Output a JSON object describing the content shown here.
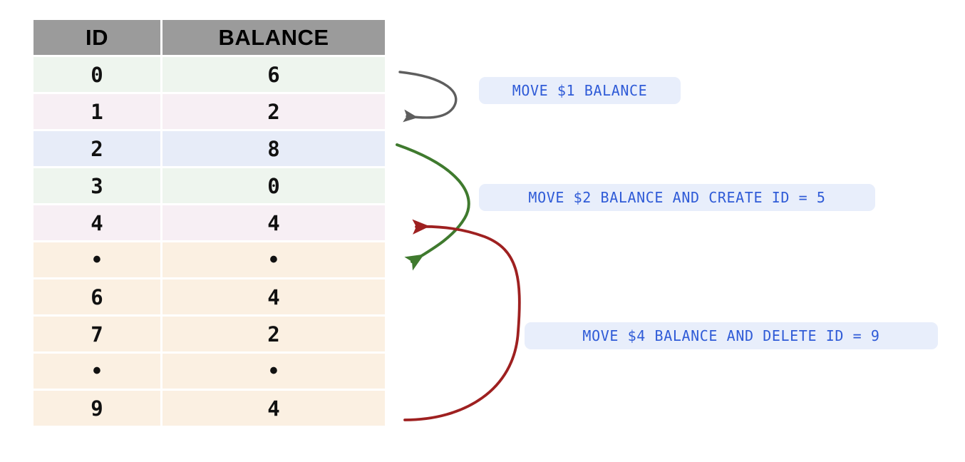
{
  "table": {
    "columns": [
      "ID",
      "BALANCE"
    ],
    "rows": [
      {
        "id": "0",
        "balance": "6",
        "tint": "green",
        "dots": false
      },
      {
        "id": "1",
        "balance": "2",
        "tint": "pink",
        "dots": false
      },
      {
        "id": "2",
        "balance": "8",
        "tint": "blue",
        "dots": false
      },
      {
        "id": "3",
        "balance": "0",
        "tint": "green",
        "dots": false
      },
      {
        "id": "4",
        "balance": "4",
        "tint": "pink",
        "dots": false
      },
      {
        "id": "•",
        "balance": "•",
        "tint": "orange",
        "dots": true
      },
      {
        "id": "6",
        "balance": "4",
        "tint": "orange",
        "dots": false
      },
      {
        "id": "7",
        "balance": "2",
        "tint": "orange",
        "dots": false
      },
      {
        "id": "•",
        "balance": "•",
        "tint": "orange",
        "dots": true
      },
      {
        "id": "9",
        "balance": "4",
        "tint": "orange",
        "dots": false
      }
    ]
  },
  "annotations": [
    {
      "key": "move_1",
      "label": "MOVE $1 BALANCE",
      "arrow_color": "#5e5e5e",
      "source_row_id": "0",
      "target_row_id": "1"
    },
    {
      "key": "move_2",
      "label": "MOVE $2 BALANCE AND CREATE ID = 5",
      "arrow_color": "#3f7a2e",
      "source_row_id": "2",
      "target_row_id": "•"
    },
    {
      "key": "move_4",
      "label": "MOVE $4 BALANCE AND DELETE ID = 9",
      "arrow_color": "#9e2020",
      "source_row_id": "9",
      "target_row_id": "4"
    }
  ],
  "colors": {
    "header_bg": "#9b9b9b",
    "pill_bg": "#e8eefb",
    "pill_text": "#2f5bd7",
    "tint_green": "#eef5ee",
    "tint_pink": "#f7eff4",
    "tint_blue": "#e7ecf8",
    "tint_orange": "#fbf0e2",
    "page_bg": "#ffffff"
  }
}
